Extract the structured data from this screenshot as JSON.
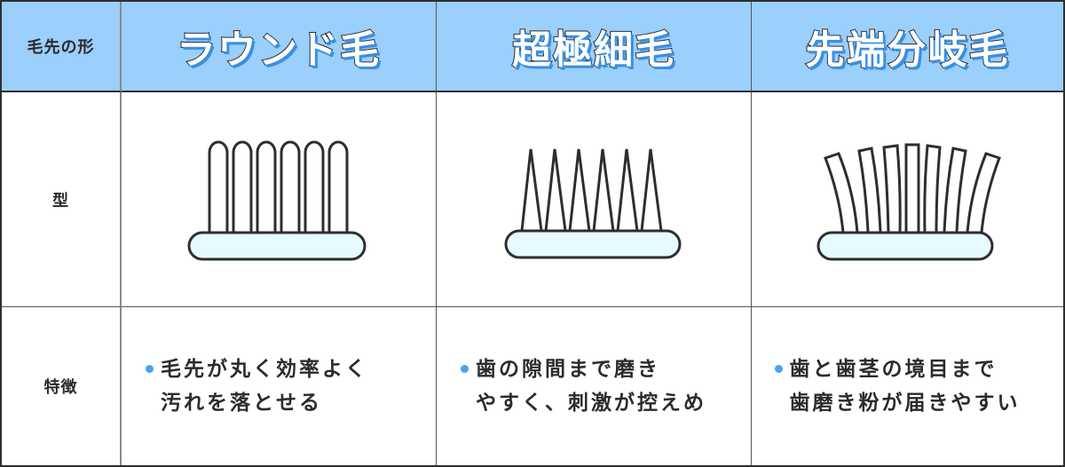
{
  "table": {
    "header": {
      "row_label": "毛先の形",
      "columns": [
        {
          "title": "ラウンド毛"
        },
        {
          "title": "超極細毛"
        },
        {
          "title": "先端分岐毛"
        }
      ]
    },
    "rows": [
      {
        "label": "型",
        "cells": [
          {
            "icon": "round-bristle-brush-icon"
          },
          {
            "icon": "ultra-fine-bristle-brush-icon"
          },
          {
            "icon": "split-tip-bristle-brush-icon"
          }
        ]
      },
      {
        "label": "特徴",
        "cells": [
          {
            "lines": [
              "毛先が丸く効率よく",
              "汚れを落とせる"
            ]
          },
          {
            "lines": [
              "歯の隙間まで磨き",
              "やすく、刺激が控えめ"
            ]
          },
          {
            "lines": [
              "歯と歯茎の境目まで",
              "歯磨き粉が届きやすい"
            ]
          }
        ]
      }
    ]
  },
  "colors": {
    "header_bg": "#9bcffc",
    "title_shadow": "#3a8fe0",
    "bullet": "#4aa3f0",
    "brush_base": "#e6fbff",
    "outline": "#2e2e2e"
  }
}
